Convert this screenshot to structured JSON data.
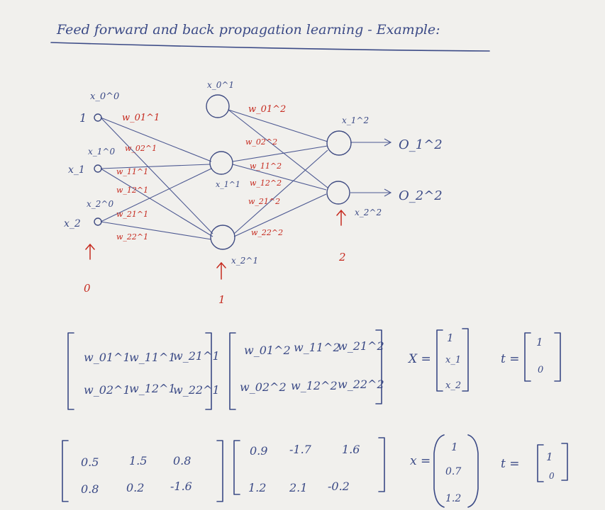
{
  "title": "Feed forward and back propagation learning - Example:",
  "network": {
    "input_labels": [
      "x_0^0",
      "x_1^0",
      "x_2^0"
    ],
    "input_values": [
      "1",
      "x_1",
      "x_2"
    ],
    "hidden_top": "x_0^1",
    "hidden_mid": "x_1^1",
    "hidden_bot": "x_2^1",
    "out1_label": "x_1^2",
    "out2_label": "x_2^2",
    "out1_value": "O_1^2",
    "out2_value": "O_2^2",
    "weights_layer1": [
      "w_01^1",
      "w_02^1",
      "w_11^1",
      "w_12^1",
      "w_21^1",
      "w_22^1"
    ],
    "weights_layer2": [
      "w_01^2",
      "w_02^2",
      "w_11^2",
      "w_12^2",
      "w_21^2",
      "w_22^2"
    ],
    "layer_numbers": [
      "0",
      "1",
      "2"
    ]
  },
  "symbolic": {
    "W1": [
      [
        "w_01^1",
        "w_11^1",
        "w_21^1"
      ],
      [
        "w_02^1",
        "w_12^1",
        "w_22^1"
      ]
    ],
    "W2": [
      [
        "w_01^2",
        "w_11^2",
        "w_21^2"
      ],
      [
        "w_02^2",
        "w_12^2",
        "w_22^2"
      ]
    ],
    "x_label": "X =",
    "x": [
      "1",
      "x_1",
      "x_2"
    ],
    "t_label": "t =",
    "t": [
      "1",
      "0"
    ]
  },
  "numeric": {
    "W1": [
      [
        "0.5",
        "1.5",
        "0.8"
      ],
      [
        "0.8",
        "0.2",
        "-1.6"
      ]
    ],
    "W2": [
      [
        "0.9",
        "-1.7",
        "1.6"
      ],
      [
        "1.2",
        "2.1",
        "-0.2"
      ]
    ],
    "x_label": "x =",
    "x": [
      "1",
      "0.7",
      "1.2"
    ],
    "t_label": "t =",
    "t": [
      "1",
      "0"
    ]
  },
  "colors": {
    "blue_ink": "#3b4a86",
    "red_ink": "#c62a1f",
    "paper": "#f1f0ed"
  }
}
